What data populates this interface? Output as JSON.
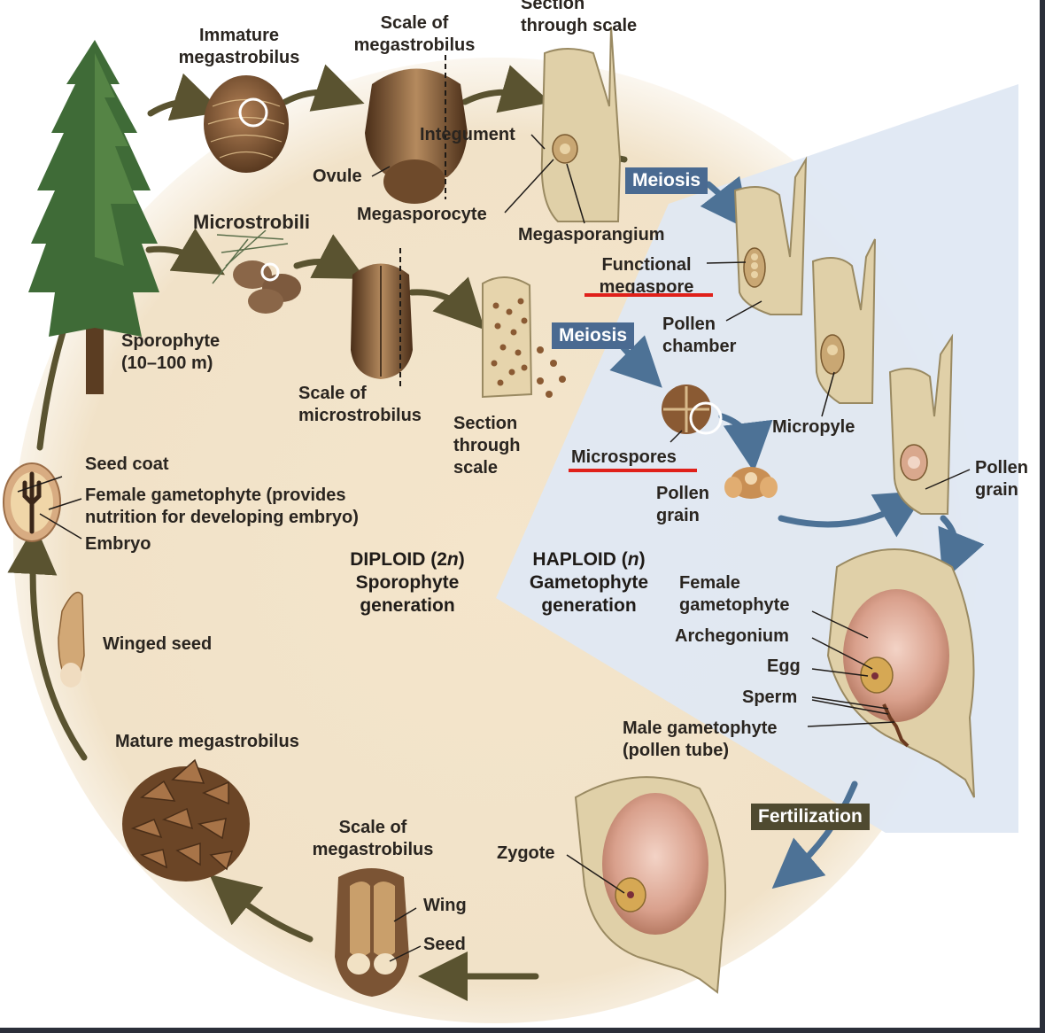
{
  "labels": {
    "immature_megastrobilus": "Immature\nmegastrobilus",
    "scale_of_megastrobilus_top": "Scale of\nmegastrobilus",
    "section_through_scale_top": "Section\nthrough scale",
    "integument": "Integument",
    "ovule": "Ovule",
    "megasporocyte": "Megasporocyte",
    "megasporangium": "Megasporangium",
    "microstrobili": "Microstrobili",
    "functional_megaspore": "Functional\nmegaspore",
    "pollen_chamber": "Pollen\nchamber",
    "sporophyte": "Sporophyte\n(10–100 m)",
    "scale_of_microstrobilus": "Scale of\nmicrostrobilus",
    "section_through_scale_mid": "Section\nthrough\nscale",
    "micropyle": "Micropyle",
    "microspores": "Microspores",
    "pollen_grain_left": "Pollen\ngrain",
    "pollen_grain_right": "Pollen\ngrain",
    "seed_coat": "Seed coat",
    "female_gametophyte_seed": "Female gametophyte (provides\nnutrition for developing embryo)",
    "embryo": "Embryo",
    "winged_seed": "Winged seed",
    "female_gametophyte": "Female\ngametophyte",
    "archegonium": "Archegonium",
    "egg": "Egg",
    "sperm": "Sperm",
    "male_gametophyte": "Male gametophyte\n(pollen tube)",
    "mature_megastrobilus": "Mature megastrobilus",
    "scale_of_megastrobilus_bottom": "Scale of\nmegastrobilus",
    "wing": "Wing",
    "seed": "Seed",
    "zygote": "Zygote"
  },
  "generations": {
    "diploid_line1": "DIPLOID (2",
    "diploid_n": "n",
    "diploid_close": ")",
    "diploid_line2": "Sporophyte",
    "diploid_line3": "generation",
    "haploid_line1": "HAPLOID (",
    "haploid_n": "n",
    "haploid_close": ")",
    "haploid_line2": "Gametophyte",
    "haploid_line3": "generation"
  },
  "process_boxes": {
    "meiosis_top": "Meiosis",
    "meiosis_mid": "Meiosis",
    "fertilization": "Fertilization"
  },
  "colors": {
    "diploid_bg": "#f3e6cf",
    "haploid_bg": "#dfe8f3",
    "cycle_arrow": "#5a5330",
    "haploid_arrow": "#4d7296",
    "meiosis_box": "#4a6a91",
    "fertilization_box": "#4f4a30",
    "highlight_underline": "#e0201a"
  }
}
